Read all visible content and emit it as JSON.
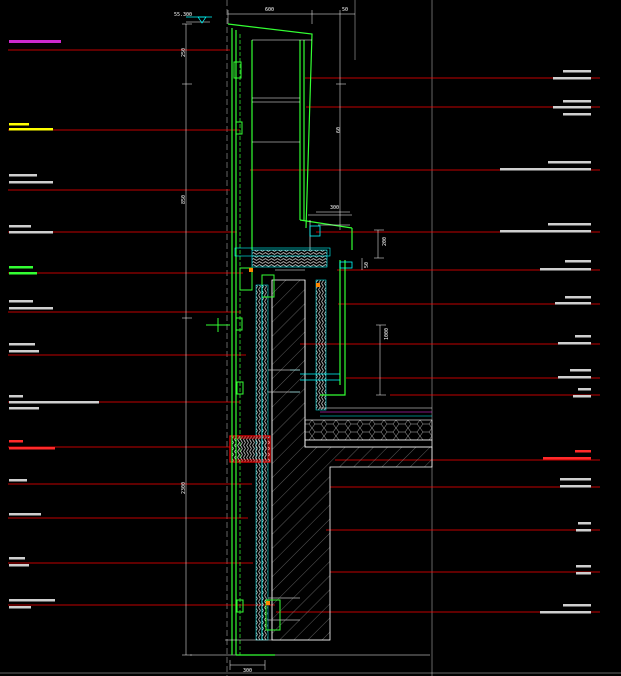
{
  "colors": {
    "background": "#000000",
    "leader": "#ff0000",
    "profile": "#33ff33",
    "insulation": "#ffffff",
    "concrete_hatch": "#ffffff",
    "frame": "#ffffff",
    "cyan": "#00ffff",
    "dim": "#ffffff",
    "label_magenta": "#ff33ff",
    "label_yellow": "#ffff00",
    "label_green": "#33ff33",
    "label_red": "#ff2a2a"
  },
  "dimensions": {
    "top_elev": "55.300",
    "top_width": "600",
    "top_right": "50",
    "left_upper": "250",
    "left_mid": "850",
    "right_upper": "60",
    "ledge_w": "300",
    "ledge_h": "200",
    "ledge_v": "50",
    "right_lower": "1000",
    "left_lower": "2300",
    "bottom_width": "300"
  }
}
